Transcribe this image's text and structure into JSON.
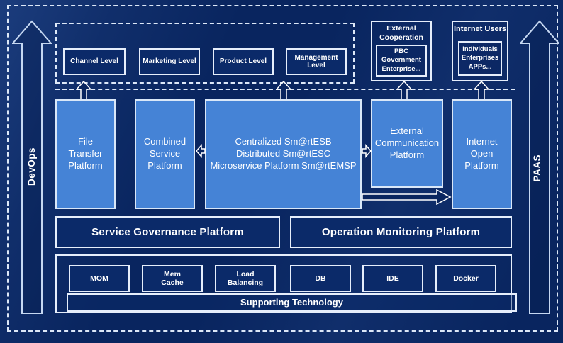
{
  "diagram": {
    "rails": {
      "left_label": "DevOps",
      "right_label": "PAAS"
    },
    "business_band": {
      "levels": [
        "Channel Level",
        "Marketing Level",
        "Product Level",
        "Management Level"
      ]
    },
    "external_cooperation": {
      "title": "External\nCooperation",
      "members": "PBC Government\nEnterprise..."
    },
    "internet_users": {
      "title": "Internet Users",
      "members": "Individuals\nEnterprises\nAPPs..."
    },
    "platforms": {
      "file_transfer": "File\nTransfer\nPlatform",
      "combined_service": "Combined\nService\nPlatform",
      "esb": "Centralized Sm@rtESB\nDistributed Sm@rtESC\nMicroservice Platform Sm@rtEMSP",
      "external_communication": "External\nCommunication\nPlatform",
      "internet_open": "Internet\nOpen\nPlatform"
    },
    "governance": {
      "service": "Service Governance Platform",
      "operation": "Operation Monitoring Platform"
    },
    "supporting": {
      "technologies": [
        "MOM",
        "Mem\nCache",
        "Load\nBalancing",
        "DB",
        "IDE",
        "Docker"
      ],
      "label": "Supporting Technology"
    },
    "colors": {
      "background": "#09255f",
      "panel_blue": "#4583d6",
      "outline": "#e6eefb",
      "dash": "#dde8f8"
    }
  }
}
